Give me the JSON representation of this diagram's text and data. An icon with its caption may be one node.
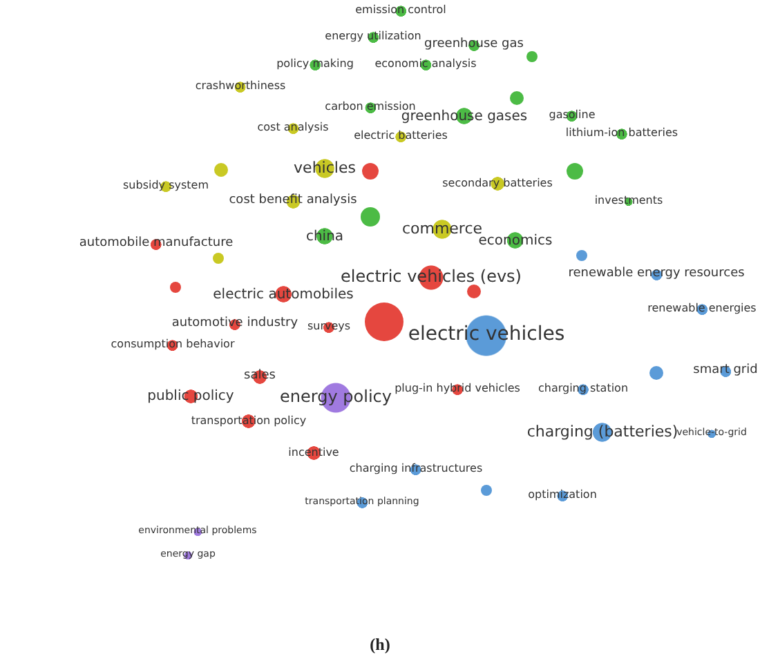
{
  "diagram": {
    "caption": "(h)",
    "nodes": [
      {
        "text": [
          "emission control"
        ]
      },
      {
        "text": [
          "energy utilization"
        ]
      },
      {
        "text": [
          "greenhouse gas"
        ]
      },
      {
        "text": [
          "policy making"
        ]
      },
      {
        "text": [
          "economic analysis"
        ]
      },
      {
        "text": [
          "crashworthiness"
        ]
      },
      {
        "text": [
          "carbon emission"
        ]
      },
      {
        "text": [
          "greenhouse gases"
        ]
      },
      {
        "text": [
          "gasoline"
        ]
      },
      {
        "text": [
          "lithium-ion batteries"
        ]
      },
      {
        "text": [
          "cost analysis"
        ]
      },
      {
        "text": [
          "electric batteries"
        ]
      },
      {
        "text": [
          "vehicles"
        ]
      },
      {
        "text": [
          "secondary batteries"
        ]
      },
      {
        "text": [
          "subsidy system"
        ]
      },
      {
        "text": [
          "cost benefit analysis"
        ]
      },
      {
        "text": [
          "investments"
        ]
      },
      {
        "text": [
          "commerce"
        ]
      },
      {
        "text": [
          "china"
        ]
      },
      {
        "text": [
          "economics"
        ]
      },
      {
        "text": [
          "automobile manufacture"
        ]
      },
      {
        "text": [
          "electric vehicles (evs)"
        ]
      },
      {
        "text": [
          "renewable energy resources"
        ]
      },
      {
        "text": [
          "electric automobiles"
        ]
      },
      {
        "text": [
          "electric vehicles"
        ]
      },
      {
        "text": [
          "renewable energies"
        ]
      },
      {
        "text": [
          "automotive industry"
        ]
      },
      {
        "text": [
          "surveys"
        ]
      },
      {
        "text": [
          "consumption behavior"
        ]
      },
      {
        "text": [
          "sales"
        ]
      },
      {
        "text": [
          "energy policy"
        ]
      },
      {
        "text": [
          "smart grid"
        ]
      },
      {
        "text": [
          "plug-in hybrid vehicles"
        ]
      },
      {
        "text": [
          "charging station"
        ]
      },
      {
        "text": [
          "public policy"
        ]
      },
      {
        "text": [
          "transportation policy"
        ]
      },
      {
        "text": [
          "charging (batteries)"
        ]
      },
      {
        "text": [
          "vehicle-to-grid"
        ]
      },
      {
        "text": [
          "incentive"
        ]
      },
      {
        "text": [
          "charging infrastructures"
        ]
      },
      {
        "text": [
          "optimization"
        ]
      },
      {
        "text": [
          "transportation planning"
        ]
      },
      {
        "text": [
          "environmental problems"
        ]
      },
      {
        "text": [
          "energy gap"
        ]
      },
      {
        "text": [],
        "shape": "circle"
      },
      {
        "text": [],
        "shape": "circle"
      },
      {
        "text": [],
        "shape": "circle"
      },
      {
        "text": [],
        "shape": "circle"
      },
      {
        "text": [],
        "shape": "circle"
      },
      {
        "text": [],
        "shape": "circle"
      },
      {
        "text": [],
        "shape": "circle"
      },
      {
        "text": [],
        "shape": "circle"
      },
      {
        "text": [],
        "shape": "circle"
      },
      {
        "text": [],
        "shape": "circle"
      },
      {
        "text": [],
        "shape": "circle"
      },
      {
        "text": [],
        "shape": "circle"
      },
      {
        "text": [],
        "shape": "circle"
      }
    ]
  }
}
